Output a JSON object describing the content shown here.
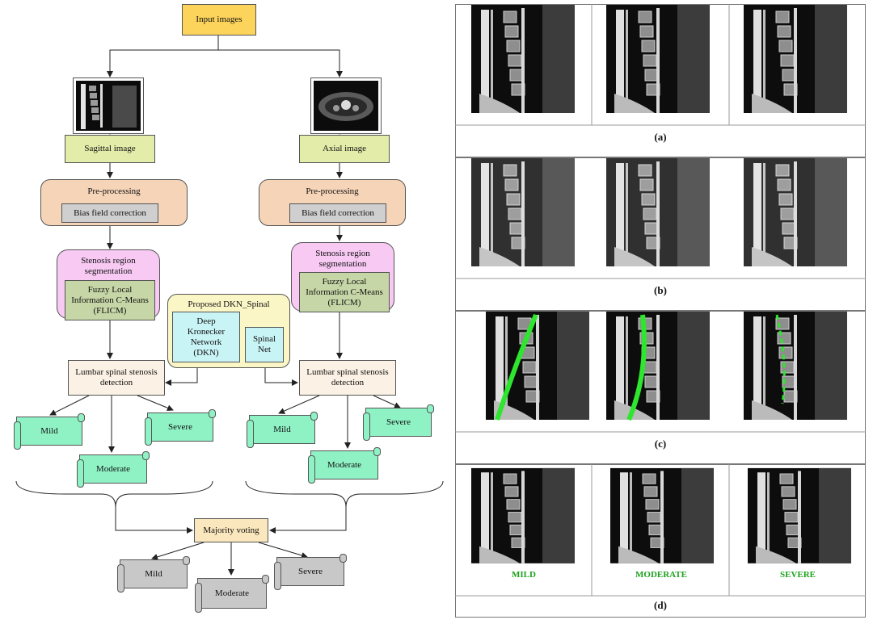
{
  "flowchart": {
    "input": "Input images",
    "sagittal": "Sagittal image",
    "axial": "Axial image",
    "preprocessing": "Pre-processing",
    "bias": "Bias field correction",
    "segmentation": "Stenosis region segmentation",
    "flicm": "Fuzzy Local Information C-Means (FLICM)",
    "proposed": "Proposed DKN_Spinal",
    "dkn": "Deep Kronecker Network (DKN)",
    "spinalnet": "Spinal Net",
    "detection": "Lumbar spinal stenosis detection",
    "mild": "Mild",
    "moderate": "Moderate",
    "severe": "Severe",
    "majority": "Majority voting"
  },
  "panels": {
    "a": "(a)",
    "b": "(b)",
    "c": "(c)",
    "d": "(d)",
    "grades": [
      "MILD",
      "MODERATE",
      "SEVERE"
    ]
  },
  "colors": {
    "segmentation_overlay": "#2de62d",
    "grade_label": "#1ea11e"
  }
}
